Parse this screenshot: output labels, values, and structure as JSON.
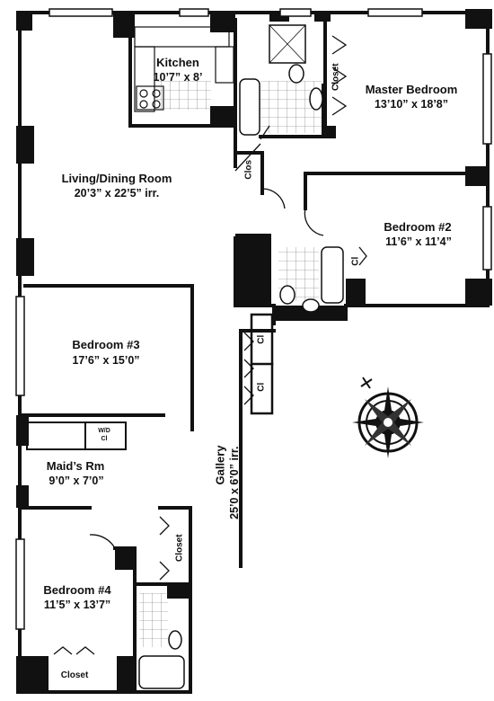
{
  "rooms": {
    "kitchen": {
      "name": "Kitchen",
      "dims": "10’7” x 8’"
    },
    "living": {
      "name": "Living/Dining Room",
      "dims": "20’3” x 22’5” irr."
    },
    "master": {
      "name": "Master Bedroom",
      "dims": "13’10” x 18’8”"
    },
    "bed2": {
      "name": "Bedroom #2",
      "dims": "11’6” x 11’4”"
    },
    "bed3": {
      "name": "Bedroom #3",
      "dims": "17’6” x 15’0”"
    },
    "maid": {
      "name": "Maid’s Rm",
      "dims": "9’0” x 7’0”"
    },
    "bed4": {
      "name": "Bedroom #4",
      "dims": "11’5” x 13’7”"
    },
    "gallery": {
      "name": "Gallery",
      "dims": "25’0 x 6’0” irr."
    }
  },
  "closets": {
    "master_closet": "Closet",
    "clos": "Clos",
    "cl_hall": "Cl",
    "cl_bed2": "Cl",
    "cl_gallery_1": "Cl",
    "cl_gallery_2": "Cl",
    "wd": "W/D",
    "wd_cl": "Cl",
    "gallery_closet": "Closet",
    "bed4_closet": "Closet"
  },
  "compass_icon": "compass-rose-icon"
}
